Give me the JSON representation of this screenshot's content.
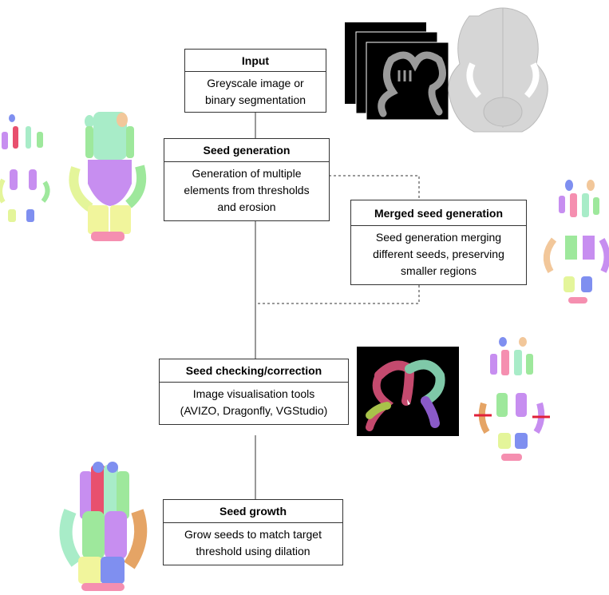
{
  "boxes": {
    "input": {
      "title": "Input",
      "lines": [
        "Greyscale image or",
        "binary segmentation"
      ]
    },
    "seed_generation": {
      "title": "Seed generation",
      "lines": [
        "Generation of multiple",
        "elements from thresholds",
        "and erosion"
      ]
    },
    "merged": {
      "title": "Merged seed generation",
      "lines": [
        "Seed generation merging",
        "different seeds, preserving",
        "smaller regions"
      ]
    },
    "checking": {
      "title": "Seed checking/correction",
      "lines": [
        "Image visualisation tools",
        "(AVIZO, Dragonfly, VGStudio)"
      ]
    },
    "growth": {
      "title": "Seed growth",
      "lines": [
        "Grow seeds to match target",
        "threshold using dilation"
      ]
    }
  },
  "colors": {
    "pink": "#f58fb0",
    "red": "#e8506e",
    "mint": "#a8ecc8",
    "green": "#9ee89c",
    "purple": "#c78ef0",
    "lime": "#e4f59a",
    "yellow": "#f1f59c",
    "blue": "#7f8ff0",
    "orange": "#e5a465",
    "peach": "#f2c79a",
    "grey": "#d6d6d6"
  }
}
